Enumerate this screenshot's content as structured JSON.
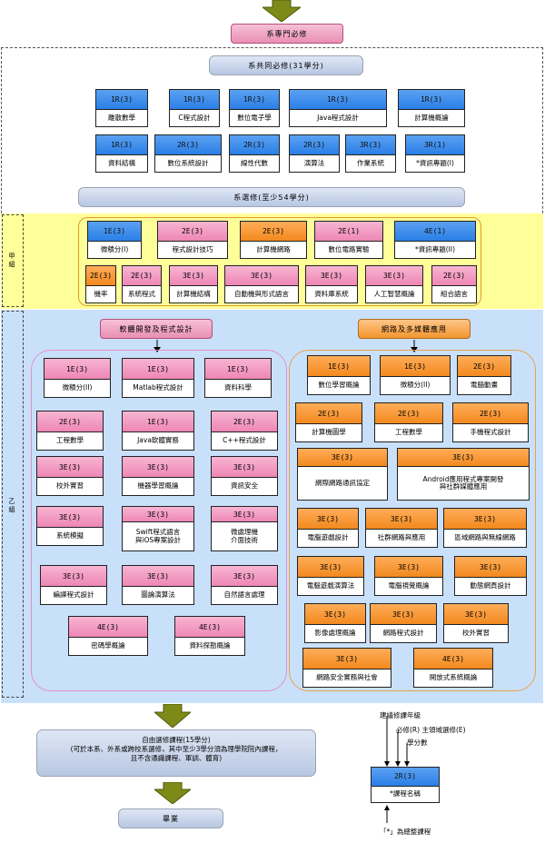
{
  "header": {
    "top_label": "系專門必修"
  },
  "core": {
    "title": "系共同必修(31學分)",
    "courses": [
      {
        "code": "1R(3)",
        "name": "離散數學",
        "color": "blue"
      },
      {
        "code": "1R(3)",
        "name": "C程式設計",
        "color": "blue"
      },
      {
        "code": "1R(3)",
        "name": "數位電子學",
        "color": "blue"
      },
      {
        "code": "1R(3)",
        "name": "Java程式設計",
        "color": "blue"
      },
      {
        "code": "1R(3)",
        "name": "計算機概論",
        "color": "blue"
      },
      {
        "code": "1R(3)",
        "name": "資料結構",
        "color": "blue"
      },
      {
        "code": "2R(3)",
        "name": "數位系統設計",
        "color": "blue"
      },
      {
        "code": "2R(3)",
        "name": "線性代數",
        "color": "blue"
      },
      {
        "code": "2R(3)",
        "name": "演算法",
        "color": "blue"
      },
      {
        "code": "3R(3)",
        "name": "作業系統",
        "color": "blue"
      },
      {
        "code": "3R(1)",
        "name": "*資訊專題(I)",
        "color": "blue"
      }
    ]
  },
  "elective_band": {
    "title": "系選修(至少54學分)"
  },
  "group_a": {
    "label": "甲組",
    "courses": [
      {
        "code": "1E(3)",
        "name": "微積分(I)",
        "color": "blue"
      },
      {
        "code": "2E(3)",
        "name": "程式設計技巧",
        "color": "pink"
      },
      {
        "code": "2E(3)",
        "name": "計算機網路",
        "color": "orange"
      },
      {
        "code": "2E(1)",
        "name": "數位電路實驗",
        "color": "pink"
      },
      {
        "code": "4E(1)",
        "name": "*資訊專題(II)",
        "color": "blue"
      },
      {
        "code": "2E(3)",
        "name": "機率",
        "color": "orange"
      },
      {
        "code": "2E(3)",
        "name": "系統程式",
        "color": "pink"
      },
      {
        "code": "3E(3)",
        "name": "計算機結構",
        "color": "pink"
      },
      {
        "code": "3E(3)",
        "name": "自動機與形式語言",
        "color": "pink"
      },
      {
        "code": "3E(3)",
        "name": "資料庫系統",
        "color": "pink"
      },
      {
        "code": "3E(3)",
        "name": "人工智慧概論",
        "color": "pink"
      },
      {
        "code": "2E(3)",
        "name": "組合語言",
        "color": "pink"
      }
    ]
  },
  "group_b": {
    "label": "乙組",
    "software": {
      "title": "軟體開發及程式設計",
      "courses": [
        {
          "code": "1E(3)",
          "name": "微積分(II)",
          "color": "pink"
        },
        {
          "code": "1E(3)",
          "name": "Matlab程式設計",
          "color": "pink"
        },
        {
          "code": "1E(3)",
          "name": "資料科學",
          "color": "pink"
        },
        {
          "code": "2E(3)",
          "name": "工程數學",
          "color": "pink"
        },
        {
          "code": "1E(3)",
          "name": "Java軟體實務",
          "color": "pink"
        },
        {
          "code": "2E(3)",
          "name": "C++程式設計",
          "color": "pink"
        },
        {
          "code": "3E(3)",
          "name": "校外實習",
          "color": "pink"
        },
        {
          "code": "3E(3)",
          "name": "機器學習概論",
          "color": "pink"
        },
        {
          "code": "3E(3)",
          "name": "資訊安全",
          "color": "pink"
        },
        {
          "code": "3E(3)",
          "name": "系統模擬",
          "color": "pink"
        },
        {
          "code": "3E(3)",
          "name": "Swift程式語言\n與iOS專案設計",
          "color": "pink"
        },
        {
          "code": "3E(3)",
          "name": "微處理機\n介面技術",
          "color": "pink"
        },
        {
          "code": "3E(3)",
          "name": "編譯程式設計",
          "color": "pink"
        },
        {
          "code": "3E(3)",
          "name": "圖論演算法",
          "color": "pink"
        },
        {
          "code": "3E(3)",
          "name": "自然語言處理",
          "color": "pink"
        },
        {
          "code": "4E(3)",
          "name": "密碼學概論",
          "color": "pink"
        },
        {
          "code": "4E(3)",
          "name": "資料探勘概論",
          "color": "pink"
        }
      ]
    },
    "network": {
      "title": "網路及多媒體應用",
      "courses": [
        {
          "code": "1E(3)",
          "name": "數位學習概論",
          "color": "orange"
        },
        {
          "code": "1E(3)",
          "name": "微積分(II)",
          "color": "orange"
        },
        {
          "code": "2E(3)",
          "name": "電腦動畫",
          "color": "orange"
        },
        {
          "code": "2E(3)",
          "name": "計算機圖學",
          "color": "orange"
        },
        {
          "code": "2E(3)",
          "name": "工程數學",
          "color": "orange"
        },
        {
          "code": "2E(3)",
          "name": "手機程式設計",
          "color": "orange"
        },
        {
          "code": "3E(3)",
          "name": "網際網路通訊協定",
          "color": "orange"
        },
        {
          "code": "3E(3)",
          "name": "Android應用程式專案開發\n與社群媒體應用",
          "color": "orange"
        },
        {
          "code": "3E(3)",
          "name": "電腦遊戲設計",
          "color": "orange"
        },
        {
          "code": "3E(3)",
          "name": "社群網路與應用",
          "color": "orange"
        },
        {
          "code": "3E(3)",
          "name": "區域網路與無線網路",
          "color": "orange"
        },
        {
          "code": "3E(3)",
          "name": "電腦遊戲演算法",
          "color": "orange"
        },
        {
          "code": "3E(3)",
          "name": "電腦視覺概論",
          "color": "orange"
        },
        {
          "code": "3E(3)",
          "name": "動態網頁設計",
          "color": "orange"
        },
        {
          "code": "3E(3)",
          "name": "影像處理概論",
          "color": "orange"
        },
        {
          "code": "3E(3)",
          "name": "網路程式設計",
          "color": "orange"
        },
        {
          "code": "3E(3)",
          "name": "校外實習",
          "color": "orange"
        },
        {
          "code": "3E(3)",
          "name": "網路安全實務與社會",
          "color": "orange"
        },
        {
          "code": "4E(3)",
          "name": "開放式系統概論",
          "color": "orange"
        }
      ]
    }
  },
  "free_elective": {
    "title": "自由選修課程(15學分)",
    "note": "(可於本系、外系或跨校系選修，其中至少3學分須為理學院院內課程，\n且不含通識課程、軍訓、體育)"
  },
  "graduation": {
    "label": "畢業"
  },
  "legend": {
    "year_label": "建議修課年級",
    "type_label": "必修(R) 主領域選修(E)",
    "credit_label": "學分數",
    "sample_code": "2R(3)",
    "sample_name": "*課程名稱",
    "footnote": "「*」為總整課程"
  }
}
